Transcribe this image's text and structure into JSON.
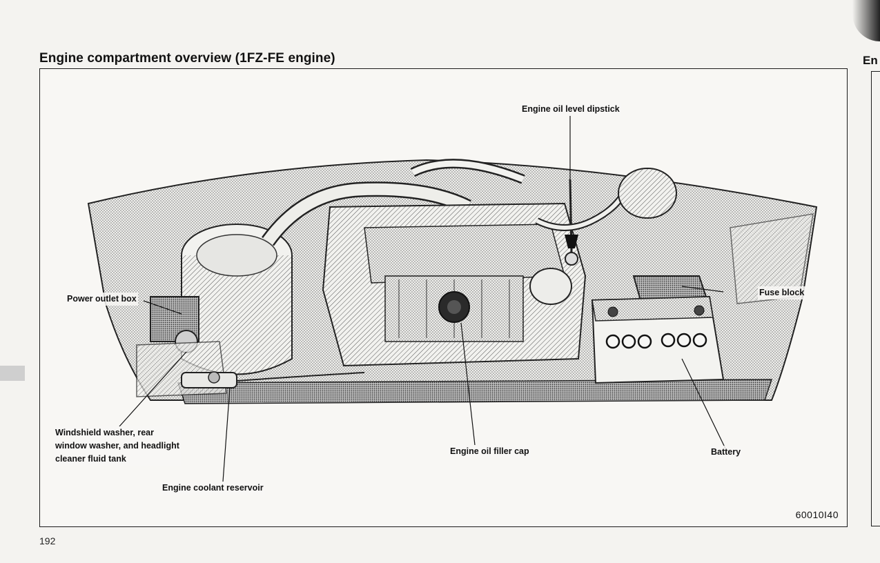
{
  "page": {
    "title": "Engine compartment overview (1FZ-FE engine)",
    "page_number": "192",
    "figure_code": "60010I40",
    "next_page_title_fragment": "En"
  },
  "callouts": {
    "dipstick": "Engine oil level dipstick",
    "power_outlet": "Power outlet box",
    "fuse_block": "Fuse block",
    "washer_line1": "Windshield washer, rear",
    "washer_line2": "window washer, and headlight",
    "washer_line3": "cleaner fluid tank",
    "oil_filler": "Engine oil filler cap",
    "battery": "Battery",
    "coolant": "Engine coolant reservoir"
  }
}
